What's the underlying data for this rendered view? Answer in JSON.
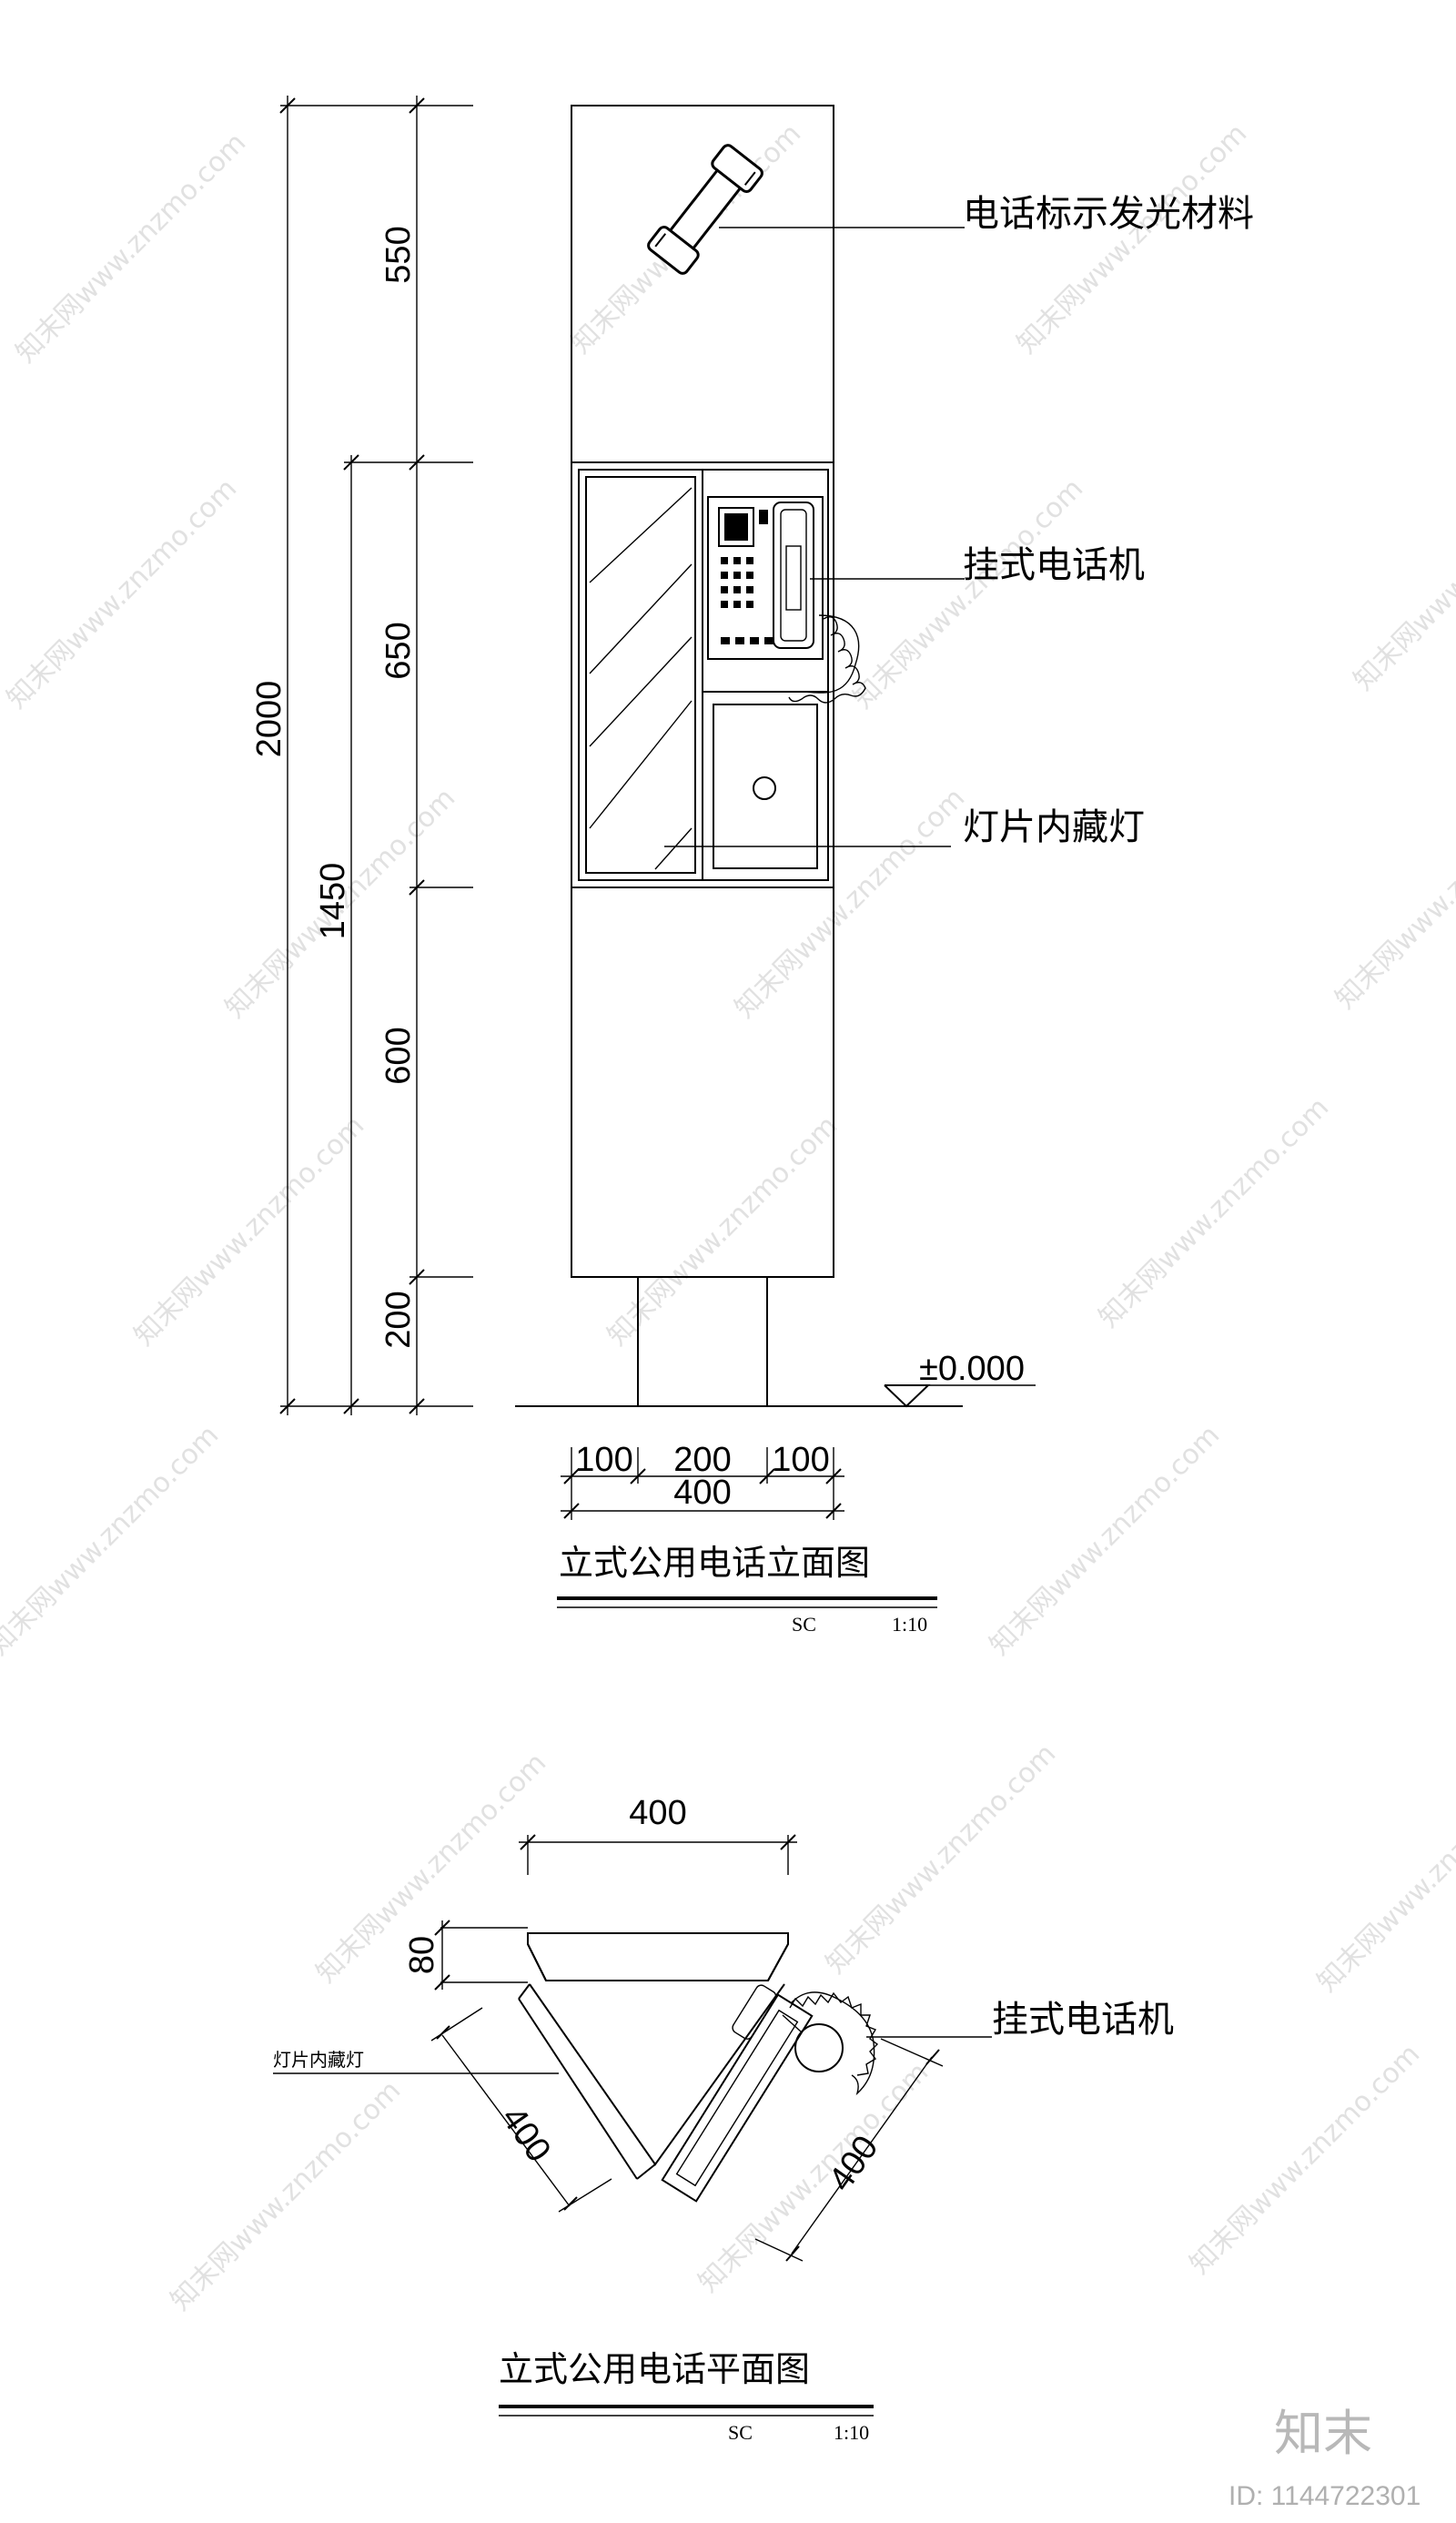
{
  "elevation": {
    "title": "立式公用电话立面图",
    "scale_left": "SC",
    "scale_right": "1:10",
    "ground_level": "±0.000",
    "dims_vertical_outer": "2000",
    "dims_vertical_middle": "1450",
    "dims_vertical_inner": [
      "550",
      "650",
      "600",
      "200"
    ],
    "dims_bottom": [
      "100",
      "200",
      "100"
    ],
    "dims_bottom_total": "400",
    "labels": {
      "sign": "电话标示发光材料",
      "phone": "挂式电话机",
      "lightbox": "灯片内藏灯"
    }
  },
  "plan": {
    "title": "立式公用电话平面图",
    "scale_left": "SC",
    "scale_right": "1:10",
    "dim_top": "400",
    "dim_side": "80",
    "dim_left_diag": "400",
    "dim_right_diag": "400",
    "labels": {
      "phone": "挂式电话机",
      "lightbox": "灯片内藏灯"
    }
  },
  "watermark": {
    "text": "知末网www.znzmo.com",
    "brand": "知末",
    "id_text": "ID: 1144722301"
  }
}
